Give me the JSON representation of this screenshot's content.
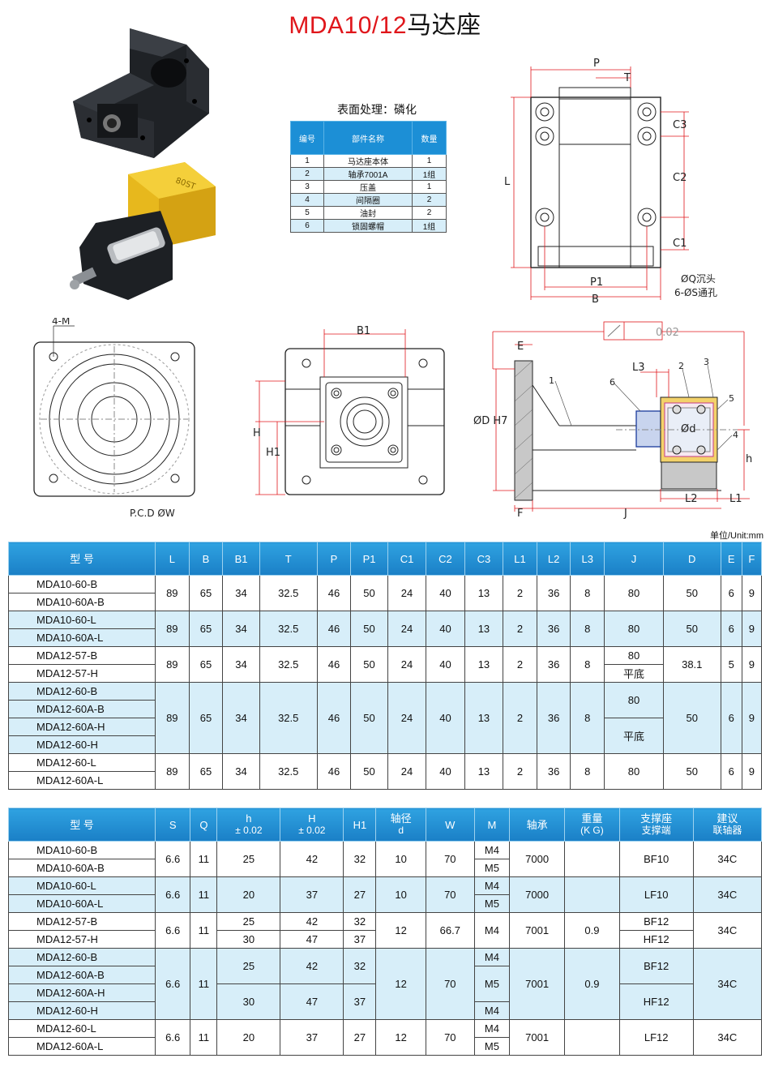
{
  "title": {
    "red": "MDA10/12",
    "black": "马达座"
  },
  "parts": {
    "caption": "表面处理：磷化",
    "headers": [
      "编号",
      "部件名称",
      "数量"
    ],
    "rows": [
      [
        "1",
        "马达座本体",
        "1"
      ],
      [
        "2",
        "轴承7001A",
        "1组"
      ],
      [
        "3",
        "压盖",
        "1"
      ],
      [
        "4",
        "间隔圈",
        "2"
      ],
      [
        "5",
        "油封",
        "2"
      ],
      [
        "6",
        "锁固螺帽",
        "1组"
      ]
    ]
  },
  "drawing_labels": {
    "P": "P",
    "T": "T",
    "C3": "C3",
    "C2": "C2",
    "C1": "C1",
    "L": "L",
    "P1": "P1",
    "B": "B",
    "hole1": "ØQ沉头",
    "hole2": "6-ØS通孔",
    "M": "4-M",
    "PCD": "P.C.D ØW",
    "B1": "B1",
    "H": "H",
    "H1": "H1",
    "E": "E",
    "L3": "L3",
    "D": "ØD H7",
    "d": "Ød",
    "h": "h",
    "L2": "L2",
    "L1": "L1",
    "F": "F",
    "J": "J",
    "flatness": "0.02",
    "n1": "1",
    "n2": "2",
    "n3": "3",
    "n4": "4",
    "n5": "5",
    "n6": "6"
  },
  "unit": "单位/Unit:mm",
  "table1": {
    "headers": [
      "型 号",
      "L",
      "B",
      "B1",
      "T",
      "P",
      "P1",
      "C1",
      "C2",
      "C3",
      "L1",
      "L2",
      "L3",
      "J",
      "D",
      "E",
      "F"
    ],
    "groups": [
      {
        "models": [
          "MDA10-60-B",
          "MDA10-60A-B"
        ],
        "vals": [
          "89",
          "65",
          "34",
          "32.5",
          "46",
          "50",
          "24",
          "40",
          "13",
          "2",
          "36",
          "8",
          "80",
          "50",
          "6",
          "9"
        ]
      },
      {
        "models": [
          "MDA10-60-L",
          "MDA10-60A-L"
        ],
        "vals": [
          "89",
          "65",
          "34",
          "32.5",
          "46",
          "50",
          "24",
          "40",
          "13",
          "2",
          "36",
          "8",
          "80",
          "50",
          "6",
          "9"
        ]
      },
      {
        "models": [
          "MDA12-57-B",
          "MDA12-57-H"
        ],
        "vals": [
          "89",
          "65",
          "34",
          "32.5",
          "46",
          "50",
          "24",
          "40",
          "13",
          "2",
          "36",
          "8",
          "",
          "38.1",
          "5",
          "9"
        ],
        "J": [
          "80",
          "平底"
        ]
      },
      {
        "models": [
          "MDA12-60-B",
          "MDA12-60A-B",
          "MDA12-60A-H",
          "MDA12-60-H"
        ],
        "vals": [
          "89",
          "65",
          "34",
          "32.5",
          "46",
          "50",
          "24",
          "40",
          "13",
          "2",
          "36",
          "8",
          "",
          "50",
          "6",
          "9"
        ],
        "J": [
          "80",
          "平底"
        ]
      },
      {
        "models": [
          "MDA12-60-L",
          "MDA12-60A-L"
        ],
        "vals": [
          "89",
          "65",
          "34",
          "32.5",
          "46",
          "50",
          "24",
          "40",
          "13",
          "2",
          "36",
          "8",
          "80",
          "50",
          "6",
          "9"
        ]
      }
    ]
  },
  "table2": {
    "headers": [
      {
        "t": "型 号"
      },
      {
        "t": "S"
      },
      {
        "t": "Q"
      },
      {
        "t": "h",
        "s": "± 0.02"
      },
      {
        "t": "H",
        "s": "± 0.02"
      },
      {
        "t": "H1"
      },
      {
        "t": "轴径",
        "s": "d"
      },
      {
        "t": "W"
      },
      {
        "t": "M"
      },
      {
        "t": "轴承"
      },
      {
        "t": "重量",
        "s": "(K G)"
      },
      {
        "t": "支撑座",
        "s": "支撑端"
      },
      {
        "t": "建议",
        "s": "联轴器"
      }
    ],
    "g1": {
      "m": [
        "MDA10-60-B",
        "MDA10-60A-B"
      ],
      "S": "6.6",
      "Q": "11",
      "h": "25",
      "H": "42",
      "H1": "32",
      "d": "10",
      "W": "70",
      "M": [
        "M4",
        "M5"
      ],
      "brg": "7000",
      "kg": "",
      "sup": "BF10",
      "cpl": "34C"
    },
    "g2": {
      "m": [
        "MDA10-60-L",
        "MDA10-60A-L"
      ],
      "S": "6.6",
      "Q": "11",
      "h": "20",
      "H": "37",
      "H1": "27",
      "d": "10",
      "W": "70",
      "M": [
        "M4",
        "M5"
      ],
      "brg": "7000",
      "kg": "",
      "sup": "LF10",
      "cpl": "34C"
    },
    "g3": {
      "m": [
        "MDA12-57-B",
        "MDA12-57-H"
      ],
      "S": "6.6",
      "Q": "11",
      "h": [
        "25",
        "30"
      ],
      "H": [
        "42",
        "47"
      ],
      "H1": [
        "32",
        "37"
      ],
      "d": "12",
      "W": "66.7",
      "M": "M4",
      "brg": "7001",
      "kg": "0.9",
      "sup": [
        "BF12",
        "HF12"
      ],
      "cpl": "34C"
    },
    "g4": {
      "m": [
        "MDA12-60-B",
        "MDA12-60A-B",
        "MDA12-60A-H",
        "MDA12-60-H"
      ],
      "S": "6.6",
      "Q": "11",
      "h": [
        "25",
        "30"
      ],
      "H": [
        "42",
        "47"
      ],
      "H1": [
        "32",
        "37"
      ],
      "d": "12",
      "W": "70",
      "M": [
        "M4",
        "M5",
        "M4"
      ],
      "brg": "7001",
      "kg": "0.9",
      "sup": [
        "BF12",
        "HF12"
      ],
      "cpl": "34C"
    },
    "g5": {
      "m": [
        "MDA12-60-L",
        "MDA12-60A-L"
      ],
      "S": "6.6",
      "Q": "11",
      "h": "20",
      "H": "37",
      "H1": "27",
      "d": "12",
      "W": "70",
      "M": [
        "M4",
        "M5"
      ],
      "brg": "7001",
      "kg": "",
      "sup": "LF12",
      "cpl": "34C"
    }
  }
}
